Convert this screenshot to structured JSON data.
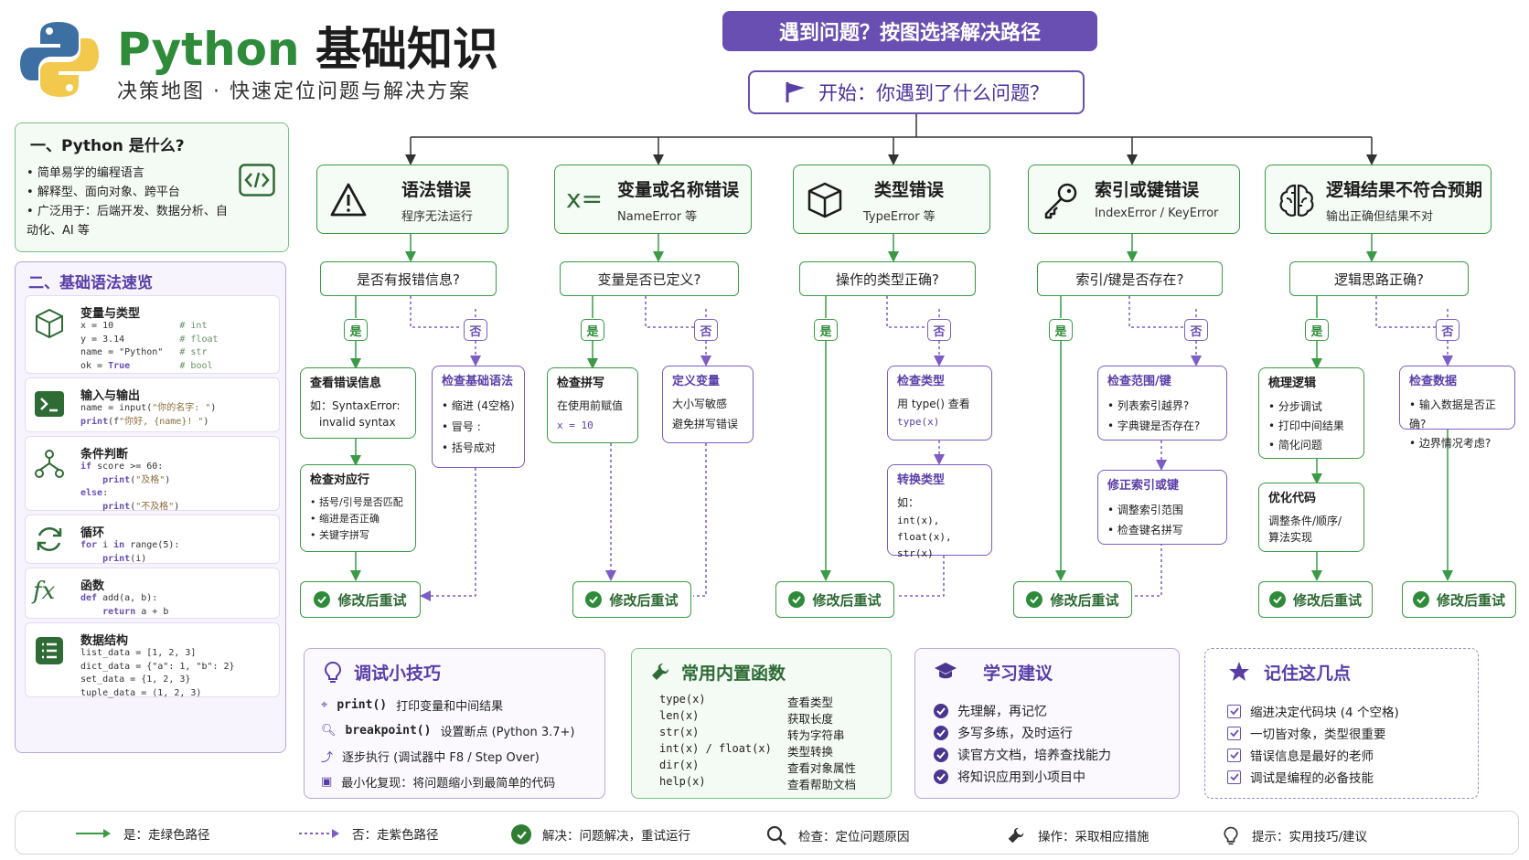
{
  "header": {
    "title_en": "Python",
    "title_cn": "基础知识",
    "subtitle": "决策地图 · 快速定位问题与解决方案",
    "banner": "遇到问题？按图选择解决路径",
    "start": "开始：你遇到了什么问题？"
  },
  "intro": {
    "title": "一、Python 是什么?",
    "items": [
      "简单易学的编程语言",
      "解释型、面向对象、跨平台",
      "广泛用于：后端开发、数据分析、自动化、AI 等"
    ]
  },
  "syntax": {
    "title": "二、基础语法速览",
    "blocks": [
      {
        "title": "变量与类型"
      },
      {
        "title": "输入与输出"
      },
      {
        "title": "条件判断"
      },
      {
        "title": "循环"
      },
      {
        "title": "函数"
      },
      {
        "title": "数据结构"
      }
    ]
  },
  "labels": {
    "yes": "是",
    "no": "否",
    "retry": "修改后重试"
  },
  "categories": [
    {
      "name": "语法错误",
      "sub": "程序无法运行",
      "question": "是否有报错信息?",
      "yes_steps": [
        {
          "title": "查看错误信息",
          "lines": [
            "如：SyntaxError:",
            "invalid syntax"
          ]
        },
        {
          "title": "检查对应行",
          "items": [
            "括号/引号是否匹配",
            "缩进是否正确",
            "关键字拼写"
          ]
        }
      ],
      "no_step": {
        "title": "检查基础语法",
        "items": [
          "缩进 (4空格)",
          "冒号 :",
          "括号成对"
        ]
      }
    },
    {
      "name": "变量或名称错误",
      "sub": "NameError 等",
      "question": "变量是否已定义?",
      "yes_steps": [
        {
          "title": "检查拼写",
          "lines": [
            "在使用前赋值",
            "x = 10"
          ]
        }
      ],
      "no_step": {
        "title": "定义变量",
        "lines": [
          "大小写敏感",
          "避免拼写错误"
        ]
      }
    },
    {
      "name": "类型错误",
      "sub": "TypeError 等",
      "question": "操作的类型正确?",
      "no_steps": [
        {
          "title": "检查类型",
          "lines": [
            "用 type() 查看",
            "type(x)"
          ]
        },
        {
          "title": "转换类型",
          "lines": [
            "如：",
            "int(x), float(x),",
            "str(x)"
          ]
        }
      ]
    },
    {
      "name": "索引或键错误",
      "sub": "IndexError / KeyError",
      "question": "索引/键是否存在?",
      "no_steps": [
        {
          "title": "检查范围/键",
          "items": [
            "列表索引越界?",
            "字典键是否存在?"
          ]
        },
        {
          "title": "修正索引或键",
          "items": [
            "调整索引范围",
            "检查键名拼写"
          ]
        }
      ]
    },
    {
      "name": "逻辑结果不符合预期",
      "sub": "输出正确但结果不对",
      "question": "逻辑思路正确?",
      "yes_steps": [
        {
          "title": "梳理逻辑",
          "items": [
            "分步调试",
            "打印中间结果",
            "简化问题"
          ]
        },
        {
          "title": "优化代码",
          "lines": [
            "调整条件/顺序/",
            "算法实现"
          ]
        }
      ],
      "no_step": {
        "title": "检查数据",
        "items": [
          "输入数据是否正确?",
          "边界情况考虑?"
        ]
      }
    }
  ],
  "tips": {
    "title": "调试小技巧",
    "items": [
      {
        "code": "print()",
        "text": "打印变量和中间结果"
      },
      {
        "code": "breakpoint()",
        "text": "设置断点 (Python 3.7+)"
      },
      {
        "code": "",
        "text": "逐步执行 (调试器中 F8 / Step Over)"
      },
      {
        "code": "",
        "text": "最小化复现：将问题缩小到最简单的代码"
      }
    ]
  },
  "functions": {
    "title": "常用内置函数",
    "rows": [
      {
        "fn": "type(x)",
        "desc": "查看类型"
      },
      {
        "fn": "len(x)",
        "desc": "获取长度"
      },
      {
        "fn": "str(x)",
        "desc": "转为字符串"
      },
      {
        "fn": "int(x) / float(x)",
        "desc": "类型转换"
      },
      {
        "fn": "dir(x)",
        "desc": "查看对象属性"
      },
      {
        "fn": "help(x)",
        "desc": "查看帮助文档"
      }
    ]
  },
  "learning": {
    "title": "学习建议",
    "items": [
      "先理解，再记忆",
      "多写多练，及时运行",
      "读官方文档，培养查找能力",
      "将知识应用到小项目中"
    ]
  },
  "remember": {
    "title": "记住这几点",
    "items": [
      "缩进决定代码块 (4 个空格)",
      "一切皆对象，类型很重要",
      "错误信息是最好的老师",
      "调试是编程的必备技能"
    ]
  },
  "legend": [
    {
      "icon": "green-arrow-icon",
      "text": "是：走绿色路径"
    },
    {
      "icon": "purple-dashed-arrow-icon",
      "text": "否：走紫色路径"
    },
    {
      "icon": "check-circle-icon",
      "text": "解决：问题解决，重试运行"
    },
    {
      "icon": "magnifier-icon",
      "text": "检查：定位问题原因"
    },
    {
      "icon": "wrench-icon",
      "text": "操作：采取相应措施"
    },
    {
      "icon": "lightbulb-icon",
      "text": "提示：实用技巧/建议"
    }
  ],
  "colors": {
    "green": "#3a9a45",
    "purple": "#6a4fb3",
    "python_blue": "#3d6fa3",
    "python_yellow": "#f2c94c"
  }
}
